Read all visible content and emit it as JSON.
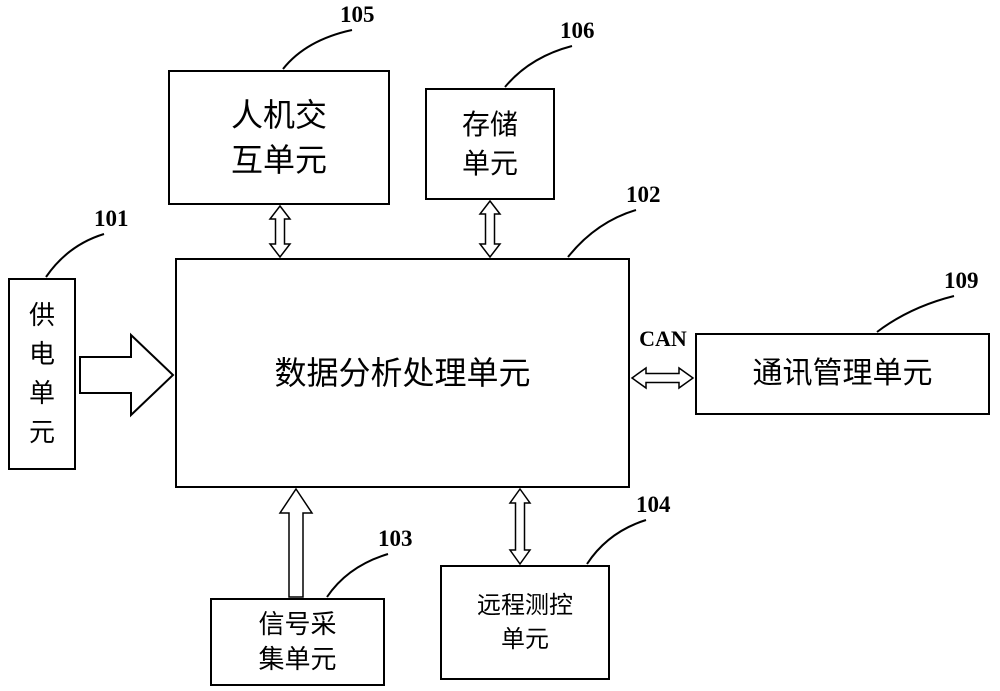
{
  "diagram": {
    "boxes": {
      "power": {
        "label": "供\n电\n单\n元",
        "ref": "101"
      },
      "hmi": {
        "label": "人机交\n互单元",
        "ref": "105"
      },
      "storage": {
        "label": "存储\n单元",
        "ref": "106"
      },
      "central": {
        "label": "数据分析处理单元",
        "ref": "102"
      },
      "comm": {
        "label": "通讯管理单元",
        "ref": "109"
      },
      "signal": {
        "label": "信号采\n集单元",
        "ref": "103"
      },
      "remote": {
        "label": "远程测控\n单元",
        "ref": "104"
      }
    },
    "bus_label": "CAN",
    "colors": {
      "line": "#000000",
      "fill": "#ffffff"
    }
  }
}
